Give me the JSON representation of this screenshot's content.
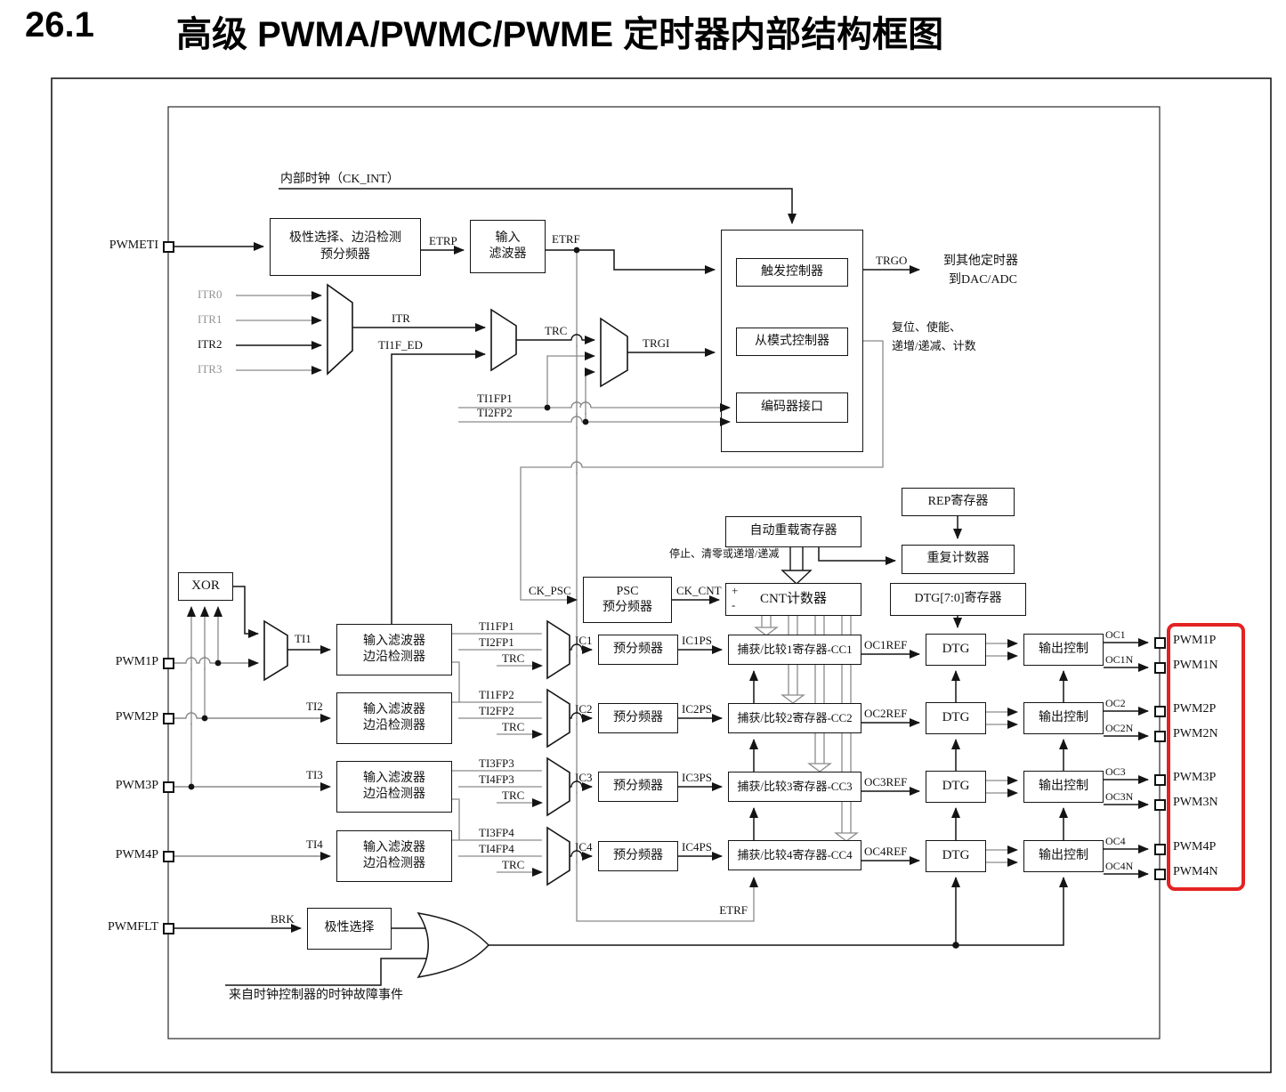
{
  "title": {
    "section": "26.1",
    "text": "高级 PWMA/PWMC/PWME 定时器内部结构框图"
  },
  "colors": {
    "accent_red": "#e32222",
    "line_black": "#141414",
    "line_gray": "#8a8a8a",
    "dim_label": "#949494"
  },
  "clock": {
    "internal": "内部时钟（CK_INT）",
    "ck_psc": "CK_PSC",
    "ck_cnt": "CK_CNT"
  },
  "etr": {
    "pad": "PWMETI",
    "polarity_l1": "极性选择、边沿检测",
    "polarity_l2": "预分频器",
    "etrp": "ETRP",
    "filter_l1": "输入",
    "filter_l2": "滤波器",
    "etrf": "ETRF"
  },
  "trigger": {
    "itr0": "ITR0",
    "itr1": "ITR1",
    "itr2": "ITR2",
    "itr3": "ITR3",
    "itr": "ITR",
    "ti1f_ed": "TI1F_ED",
    "trc": "TRC",
    "trgi": "TRGI",
    "ti1fp1": "TI1FP1",
    "ti2fp2": "TI2FP2",
    "controller": "触发控制器",
    "slave": "从模式控制器",
    "encoder": "编码器接口",
    "trgo": "TRGO",
    "to_timers": "到其他定时器",
    "to_dac": "到DAC/ADC",
    "ctrl_l1": "复位、使能、",
    "ctrl_l2": "递增/递减、计数"
  },
  "counter": {
    "auto_reload": "自动重载寄存器",
    "stop_note": "停止、清零或递增/递减",
    "rep_reg": "REP寄存器",
    "repeat_counter": "重复计数器",
    "psc_l1": "PSC",
    "psc_l2": "预分频器",
    "cnt": "CNT计数器",
    "plus": "+",
    "minus": "-",
    "dtg_reg": "DTG[7:0]寄存器",
    "etrf": "ETRF"
  },
  "xor_label": "XOR",
  "shared": {
    "filter_l1": "输入滤波器",
    "filter_l2": "边沿检测器",
    "prescaler": "预分频器",
    "dtg": "DTG",
    "out_ctrl": "输出控制"
  },
  "channels": [
    {
      "pad": "PWM1P",
      "ti": "TI1",
      "in1": "TI1FP1",
      "in2": "TI2FP1",
      "in3": "TRC",
      "ic": "IC1",
      "icps": "IC1PS",
      "cc": "捕获/比较1寄存器-CC1",
      "ocref": "OC1REF",
      "oc": "OC1",
      "ocn": "OC1N",
      "out_p": "PWM1P",
      "out_n": "PWM1N"
    },
    {
      "pad": "PWM2P",
      "ti": "TI2",
      "in1": "TI1FP2",
      "in2": "TI2FP2",
      "in3": "TRC",
      "ic": "IC2",
      "icps": "IC2PS",
      "cc": "捕获/比较2寄存器-CC2",
      "ocref": "OC2REF",
      "oc": "OC2",
      "ocn": "OC2N",
      "out_p": "PWM2P",
      "out_n": "PWM2N"
    },
    {
      "pad": "PWM3P",
      "ti": "TI3",
      "in1": "TI3FP3",
      "in2": "TI4FP3",
      "in3": "TRC",
      "ic": "IC3",
      "icps": "IC3PS",
      "cc": "捕获/比较3寄存器-CC3",
      "ocref": "OC3REF",
      "oc": "OC3",
      "ocn": "OC3N",
      "out_p": "PWM3P",
      "out_n": "PWM3N"
    },
    {
      "pad": "PWM4P",
      "ti": "TI4",
      "in1": "TI3FP4",
      "in2": "TI4FP4",
      "in3": "TRC",
      "ic": "IC4",
      "icps": "IC4PS",
      "cc": "捕获/比较4寄存器-CC4",
      "ocref": "OC4REF",
      "oc": "OC4",
      "ocn": "OC4N",
      "out_p": "PWM4P",
      "out_n": "PWM4N"
    }
  ],
  "brake": {
    "pad": "PWMFLT",
    "brk": "BRK",
    "polarity": "极性选择",
    "fault_note": "来自时钟控制器的时钟故障事件"
  }
}
